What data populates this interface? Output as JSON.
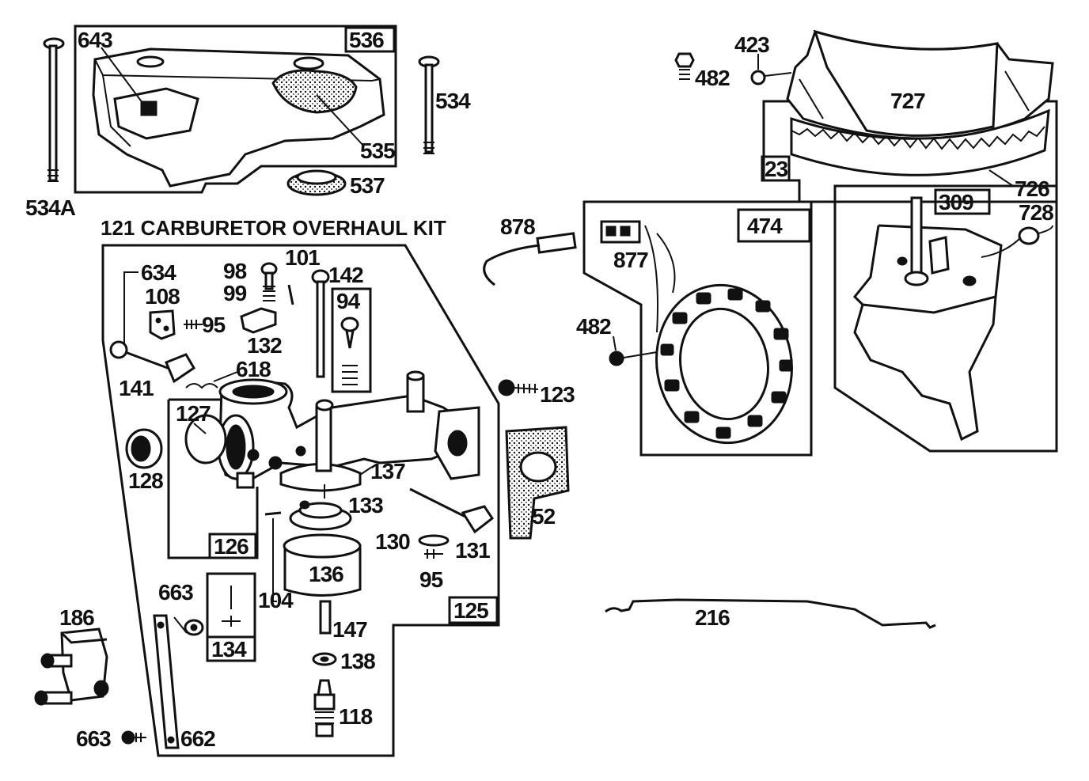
{
  "kit_title": "121 CARBURETOR OVERHAUL KIT",
  "boxed_labels": {
    "b536": "536",
    "b474": "474",
    "b309": "309",
    "b23": "23",
    "b94": "94",
    "b126": "126",
    "b125": "125",
    "b134": "134"
  },
  "labels": {
    "l643": "643",
    "l534A": "534A",
    "l534": "534",
    "l535": "535",
    "l537": "537",
    "l423": "423",
    "l482a": "482",
    "l727": "727",
    "l726": "726",
    "l728": "728",
    "l878": "878",
    "l877": "877",
    "l482b": "482",
    "l634": "634",
    "l108": "108",
    "l95a": "95",
    "l98": "98",
    "l99": "99",
    "l101": "101",
    "l142": "142",
    "l132": "132",
    "l618": "618",
    "l141": "141",
    "l127": "127",
    "l128": "128",
    "l137": "137",
    "l133": "133",
    "l123": "123",
    "l52": "52",
    "l130": "130",
    "l131": "131",
    "l95b": "95",
    "l136": "136",
    "l104": "104",
    "l147": "147",
    "l138": "138",
    "l118": "118",
    "l663a": "663",
    "l663b": "663",
    "l662": "662",
    "l186": "186",
    "l216": "216"
  }
}
